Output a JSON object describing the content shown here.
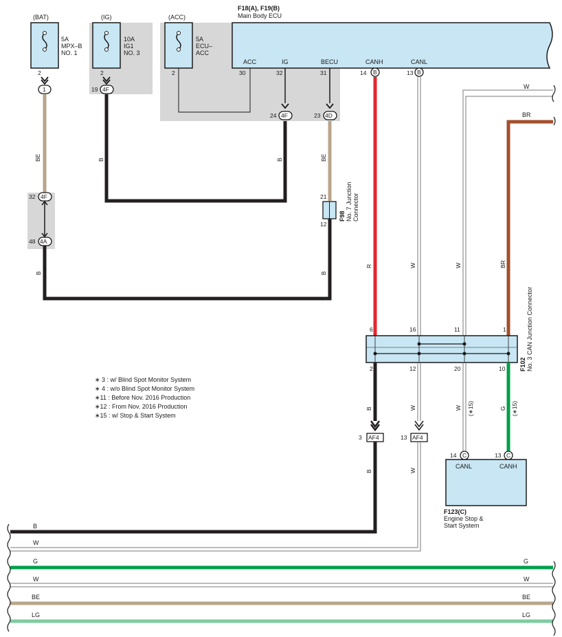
{
  "fuses": {
    "bat": {
      "source": "(BAT)",
      "rating": "5A",
      "name": "MPX–B",
      "no": "NO. 1",
      "pin": "2"
    },
    "ig": {
      "source": "(IG)",
      "rating": "10A",
      "name": "IG1",
      "no": "NO. 3",
      "pin": "2"
    },
    "acc": {
      "source": "(ACC)",
      "rating": "5A",
      "name": "ECU–",
      "no": "ACC",
      "pin": "2"
    }
  },
  "ecu": {
    "id": "F18(A), F19(B)",
    "name": "Main Body ECU",
    "terminals": {
      "acc": "ACC",
      "ig": "IG",
      "becu": "BECU",
      "canh": "CANH",
      "canl": "CANL"
    },
    "pins": {
      "acc": "30",
      "ig": "32",
      "becu": "31",
      "canh": "14",
      "canl": "13"
    },
    "canh_conn": "B",
    "canl_conn": "B"
  },
  "connectors": {
    "c1": {
      "label": "1"
    },
    "c4f_top": {
      "pin": "19",
      "label": "4F"
    },
    "c4f_ig": {
      "pin": "24",
      "label": "4F"
    },
    "c4d": {
      "pin": "23",
      "label": "4D"
    },
    "c4f_32": {
      "pin": "32",
      "label": "4F"
    },
    "c4a": {
      "pin": "48",
      "label": "4A"
    },
    "af4_b": {
      "pin": "3",
      "label": "AF4"
    },
    "af4_w": {
      "pin": "13",
      "label": "AF4"
    }
  },
  "f98": {
    "id": "F98",
    "desc1": "No. 7 Junction",
    "desc2": "Connector",
    "pin_top": "21",
    "pin_bottom": "12"
  },
  "f102": {
    "id": "F102",
    "desc": "No. 3 CAN Junction Connector",
    "pins_top": [
      "6",
      "16",
      "11",
      "1"
    ],
    "pins_bottom": [
      "2",
      "12",
      "20",
      "10"
    ]
  },
  "f123": {
    "id": "F123(C)",
    "desc1": "Engine Stop &",
    "desc2": "Start System",
    "canl": "CANL",
    "canh": "CANH",
    "pin_canl": "14",
    "pin_canh": "13",
    "conn": "C"
  },
  "wire_labels": {
    "be": "BE",
    "b": "B",
    "r": "R",
    "w": "W",
    "br": "BR",
    "g": "G",
    "lg": "LG",
    "star15": "(∗15)"
  },
  "notes": [
    "∗ 3 : w/ Blind Spot Monitor System",
    "∗ 4 : w/o Blind Spot Monitor System",
    "∗11 : Before Nov.  2016 Production",
    "∗12 : From Nov.  2016 Production",
    "∗15 : w/ Stop & Start System"
  ],
  "colors": {
    "black": "#231f20",
    "red": "#e3262e",
    "brown": "#a34f2c",
    "beige": "#b9a58c",
    "green": "#00a04b",
    "light_green": "#7ecba1",
    "white_wire": "#7a7a7a",
    "grey_box": "#d7d7d7",
    "blue_box": "#c8e6f4"
  }
}
